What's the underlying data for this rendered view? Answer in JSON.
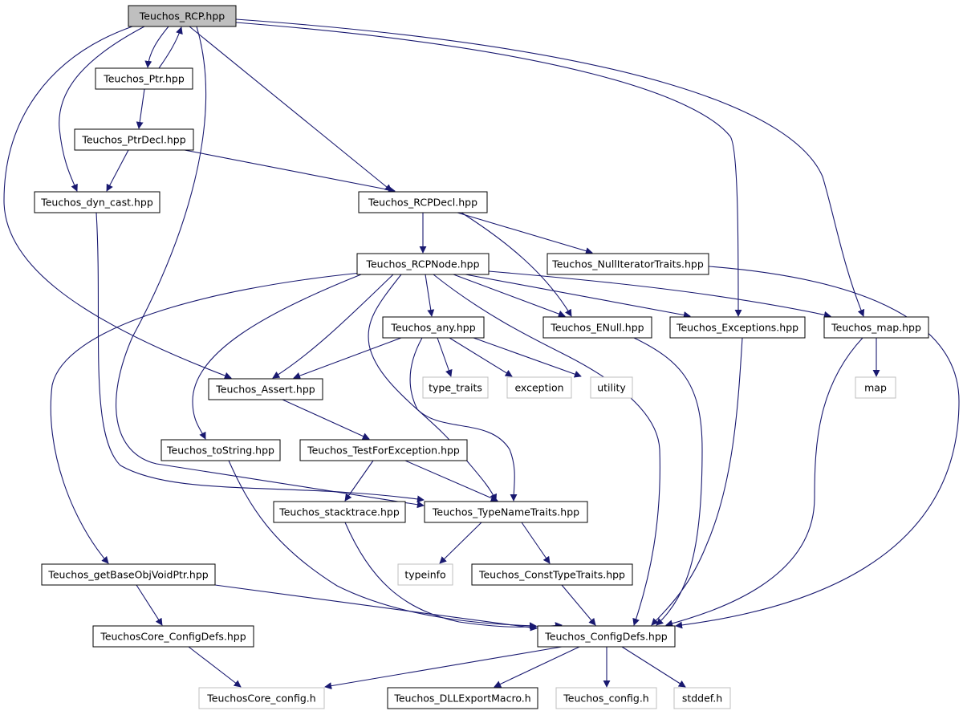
{
  "colors": {
    "edge": "#191970",
    "node_border": "#000000",
    "external_border": "#bfbfbf",
    "root_fill": "#bfbfbf",
    "text": "#000000"
  },
  "nodes": [
    {
      "id": "rcp",
      "label": "Teuchos_RCP.hpp",
      "kind": "root"
    },
    {
      "id": "ptr",
      "label": "Teuchos_Ptr.hpp",
      "kind": "file"
    },
    {
      "id": "ptrdecl",
      "label": "Teuchos_PtrDecl.hpp",
      "kind": "file"
    },
    {
      "id": "dyncast",
      "label": "Teuchos_dyn_cast.hpp",
      "kind": "file"
    },
    {
      "id": "rcpdecl",
      "label": "Teuchos_RCPDecl.hpp",
      "kind": "file"
    },
    {
      "id": "rcpnode",
      "label": "Teuchos_RCPNode.hpp",
      "kind": "file"
    },
    {
      "id": "nulliter",
      "label": "Teuchos_NullIteratorTraits.hpp",
      "kind": "file"
    },
    {
      "id": "any",
      "label": "Teuchos_any.hpp",
      "kind": "file"
    },
    {
      "id": "enull",
      "label": "Teuchos_ENull.hpp",
      "kind": "file"
    },
    {
      "id": "exceptions",
      "label": "Teuchos_Exceptions.hpp",
      "kind": "file"
    },
    {
      "id": "map",
      "label": "Teuchos_map.hpp",
      "kind": "file"
    },
    {
      "id": "assert",
      "label": "Teuchos_Assert.hpp",
      "kind": "file"
    },
    {
      "id": "type_traits",
      "label": "type_traits",
      "kind": "external"
    },
    {
      "id": "exception",
      "label": "exception",
      "kind": "external"
    },
    {
      "id": "utility",
      "label": "utility",
      "kind": "external"
    },
    {
      "id": "mapstd",
      "label": "map",
      "kind": "external"
    },
    {
      "id": "tostring",
      "label": "Teuchos_toString.hpp",
      "kind": "file"
    },
    {
      "id": "testforexc",
      "label": "Teuchos_TestForException.hpp",
      "kind": "file"
    },
    {
      "id": "stacktrace",
      "label": "Teuchos_stacktrace.hpp",
      "kind": "file"
    },
    {
      "id": "typename",
      "label": "Teuchos_TypeNameTraits.hpp",
      "kind": "file"
    },
    {
      "id": "typeinfo",
      "label": "typeinfo",
      "kind": "external"
    },
    {
      "id": "consttype",
      "label": "Teuchos_ConstTypeTraits.hpp",
      "kind": "file"
    },
    {
      "id": "getbase",
      "label": "Teuchos_getBaseObjVoidPtr.hpp",
      "kind": "file"
    },
    {
      "id": "coreconfigdefs",
      "label": "TeuchosCore_ConfigDefs.hpp",
      "kind": "file"
    },
    {
      "id": "configdefs",
      "label": "Teuchos_ConfigDefs.hpp",
      "kind": "file"
    },
    {
      "id": "coreconfig",
      "label": "TeuchosCore_config.h",
      "kind": "external"
    },
    {
      "id": "dllexport",
      "label": "Teuchos_DLLExportMacro.h",
      "kind": "file"
    },
    {
      "id": "tconfig",
      "label": "Teuchos_config.h",
      "kind": "external"
    },
    {
      "id": "stddef",
      "label": "stddef.h",
      "kind": "external"
    }
  ],
  "edges": [
    [
      "rcp",
      "ptr"
    ],
    [
      "ptr",
      "rcp"
    ],
    [
      "rcp",
      "dyncast"
    ],
    [
      "rcp",
      "rcpdecl"
    ],
    [
      "rcp",
      "assert"
    ],
    [
      "rcp",
      "typename"
    ],
    [
      "rcp",
      "exceptions"
    ],
    [
      "rcp",
      "map"
    ],
    [
      "ptr",
      "ptrdecl"
    ],
    [
      "ptrdecl",
      "dyncast"
    ],
    [
      "ptrdecl",
      "rcpdecl"
    ],
    [
      "dyncast",
      "typename"
    ],
    [
      "rcpdecl",
      "rcpnode"
    ],
    [
      "rcpdecl",
      "nulliter"
    ],
    [
      "rcpdecl",
      "enull"
    ],
    [
      "nulliter",
      "configdefs"
    ],
    [
      "rcpnode",
      "any"
    ],
    [
      "rcpnode",
      "enull"
    ],
    [
      "rcpnode",
      "exceptions"
    ],
    [
      "rcpnode",
      "map"
    ],
    [
      "rcpnode",
      "assert"
    ],
    [
      "rcpnode",
      "tostring"
    ],
    [
      "rcpnode",
      "typename"
    ],
    [
      "rcpnode",
      "getbase"
    ],
    [
      "rcpnode",
      "configdefs"
    ],
    [
      "any",
      "assert"
    ],
    [
      "any",
      "type_traits"
    ],
    [
      "any",
      "exception"
    ],
    [
      "any",
      "utility"
    ],
    [
      "any",
      "typename"
    ],
    [
      "enull",
      "configdefs"
    ],
    [
      "exceptions",
      "configdefs"
    ],
    [
      "map",
      "mapstd"
    ],
    [
      "map",
      "configdefs"
    ],
    [
      "assert",
      "testforexc"
    ],
    [
      "testforexc",
      "stacktrace"
    ],
    [
      "testforexc",
      "typename"
    ],
    [
      "tostring",
      "configdefs"
    ],
    [
      "stacktrace",
      "configdefs"
    ],
    [
      "typename",
      "typeinfo"
    ],
    [
      "typename",
      "consttype"
    ],
    [
      "consttype",
      "configdefs"
    ],
    [
      "getbase",
      "coreconfigdefs"
    ],
    [
      "getbase",
      "configdefs"
    ],
    [
      "coreconfigdefs",
      "coreconfig"
    ],
    [
      "configdefs",
      "coreconfig"
    ],
    [
      "configdefs",
      "dllexport"
    ],
    [
      "configdefs",
      "tconfig"
    ],
    [
      "configdefs",
      "stddef"
    ]
  ]
}
